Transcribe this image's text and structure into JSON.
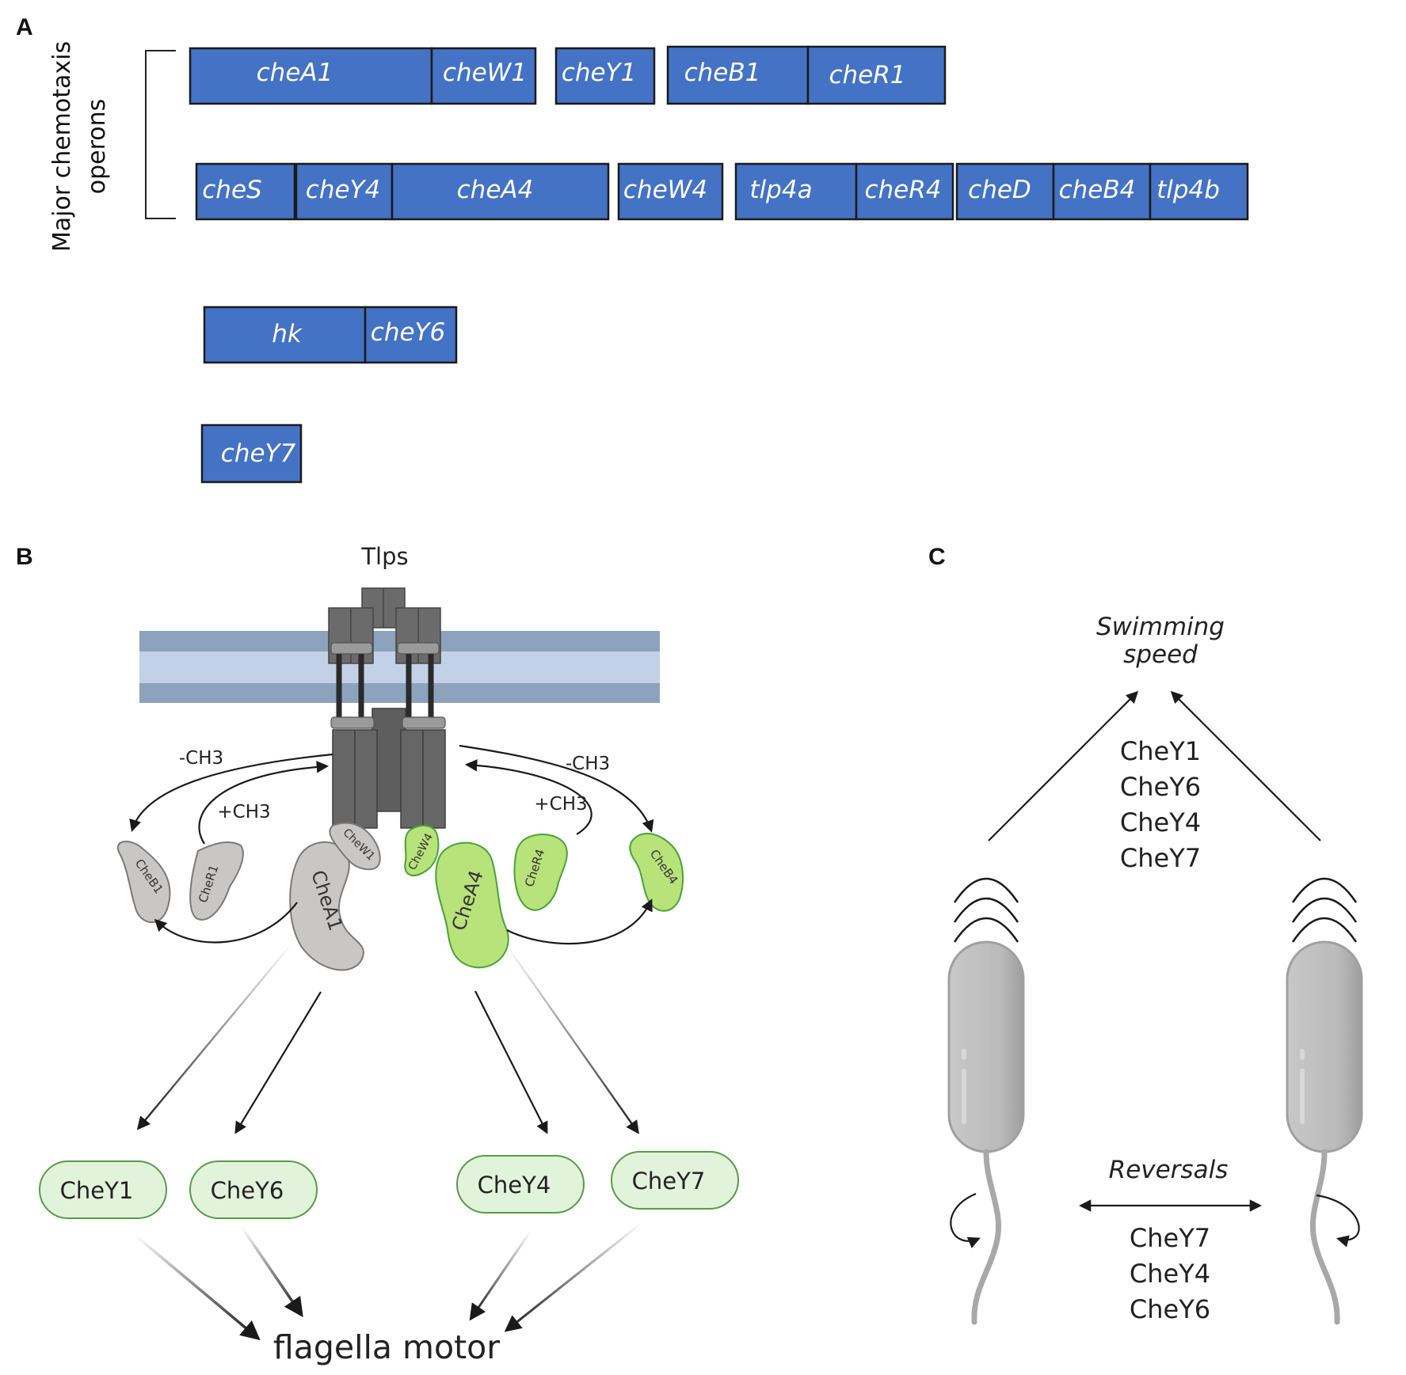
{
  "panels": {
    "a": "A",
    "b": "B",
    "c": "C"
  },
  "panel_a": {
    "side_label_line1": "Major chemotaxis",
    "side_label_line2": "operons",
    "operon1": [
      "cheA1",
      "cheW1",
      "cheY1",
      "cheB1",
      "cheR1"
    ],
    "operon2": [
      "cheS",
      "cheY4",
      "cheA4",
      "cheW4",
      "tlp4a",
      "cheR4",
      "cheD",
      "cheB4",
      "tlp4b"
    ],
    "operon3": [
      "hk",
      "cheY6"
    ],
    "operon4": [
      "cheY7"
    ]
  },
  "panel_b": {
    "receptor_label": "Tlps",
    "minus_ch3_left": "-CH3",
    "plus_ch3_left": "+CH3",
    "minus_ch3_right": "-CH3",
    "plus_ch3_right": "+CH3",
    "proteins": {
      "cheB1": "CheB1",
      "cheR1": "CheR1",
      "cheA1": "CheA1",
      "cheW1": "CheW1",
      "cheW4": "CheW4",
      "cheA4": "CheA4",
      "cheR4": "CheR4",
      "cheB4": "CheB4"
    },
    "chey_pills": [
      "CheY1",
      "CheY6",
      "CheY4",
      "CheY7"
    ],
    "motor_label": "flagella motor"
  },
  "panel_c": {
    "speed_title_line1": "Swimming",
    "speed_title_line2": "speed",
    "speed_list": [
      "CheY1",
      "CheY6",
      "CheY4",
      "CheY7"
    ],
    "reversal_title": "Reversals",
    "reversal_list": [
      "CheY7",
      "CheY4",
      "CheY6"
    ]
  },
  "colors": {
    "gene_blue": "#4472c4",
    "membrane_dark": "#8da2bd",
    "membrane_light": "#c2d1e8",
    "chea1_gray": "#c9c6c6",
    "chea4_green": "#b8e27a",
    "chey_pill_fill": "#e2f3db"
  }
}
